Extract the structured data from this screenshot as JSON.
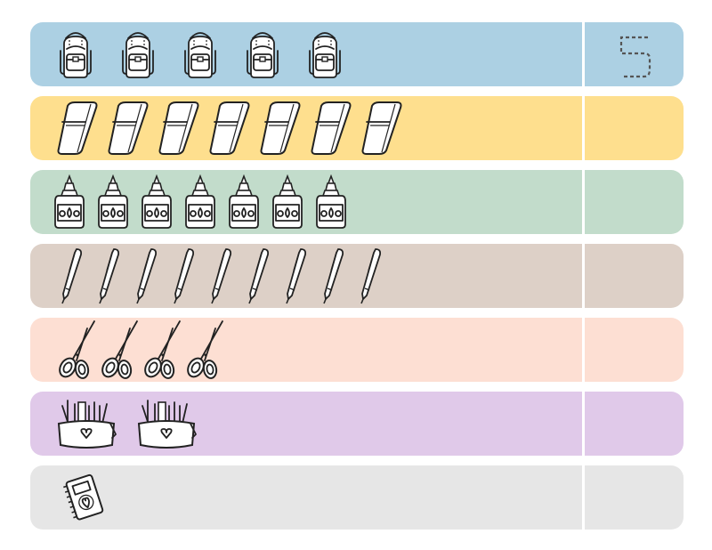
{
  "worksheet": {
    "rows": [
      {
        "name": "backpacks",
        "count": 5,
        "color": "#acd0e3",
        "answer": "5",
        "answer_shown": true
      },
      {
        "name": "erasers",
        "count": 7,
        "color": "#fedf8e",
        "answer": "",
        "answer_shown": false
      },
      {
        "name": "glue-bottles",
        "count": 7,
        "color": "#c2dccb",
        "answer": "",
        "answer_shown": false
      },
      {
        "name": "pens",
        "count": 9,
        "color": "#ddd0c7",
        "answer": "",
        "answer_shown": false
      },
      {
        "name": "scissors",
        "count": 4,
        "color": "#fddfd3",
        "answer": "",
        "answer_shown": false
      },
      {
        "name": "pencil-cases",
        "count": 2,
        "color": "#e0c9e9",
        "answer": "",
        "answer_shown": false
      },
      {
        "name": "notebooks",
        "count": 1,
        "color": "#e6e6e6",
        "answer": "",
        "answer_shown": false
      }
    ],
    "icons": [
      "backpack-icon",
      "eraser-icon",
      "glue-bottle-icon",
      "pen-icon",
      "scissors-icon",
      "pencil-case-icon",
      "notebook-icon"
    ]
  }
}
